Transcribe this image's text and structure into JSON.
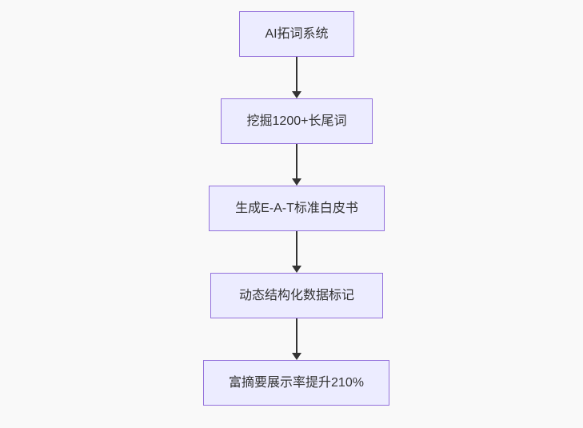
{
  "diagram": {
    "type": "flowchart",
    "direction": "top-down",
    "nodes": [
      {
        "id": "n1",
        "label": "AI拓词系统"
      },
      {
        "id": "n2",
        "label": "挖掘1200+长尾词"
      },
      {
        "id": "n3",
        "label": "生成E-A-T标准白皮书"
      },
      {
        "id": "n4",
        "label": "动态结构化数据标记"
      },
      {
        "id": "n5",
        "label": "富摘要展示率提升210%"
      }
    ],
    "edges": [
      {
        "from": "n1",
        "to": "n2"
      },
      {
        "from": "n2",
        "to": "n3"
      },
      {
        "from": "n3",
        "to": "n4"
      },
      {
        "from": "n4",
        "to": "n5"
      }
    ],
    "colors": {
      "node_fill": "#ECECFF",
      "node_border": "#9370DB",
      "edge": "#333333",
      "text": "#333333",
      "background": "#f9f9f9"
    }
  }
}
